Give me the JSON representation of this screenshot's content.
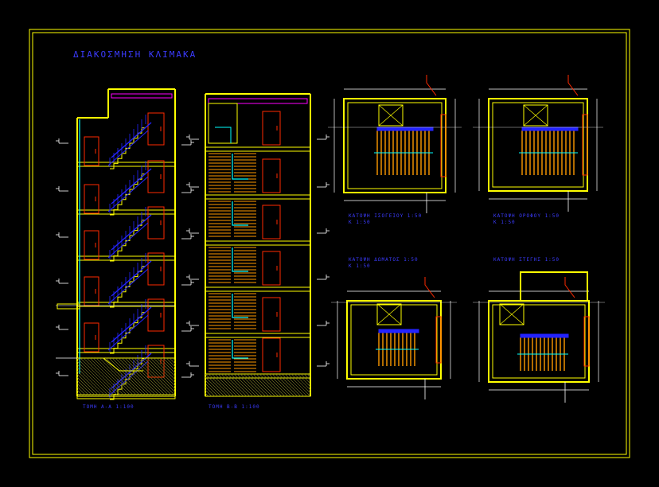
{
  "sheet": {
    "title": "ΔΙΑΚΟΣΜΗΣΗ ΚΛΙΜΑΚΑ",
    "colors": {
      "frame": "#ffff00",
      "wall": "#ffff00",
      "stair": "#2323ff",
      "cyan": "#00ffff",
      "red": "#ff2a00",
      "white": "#ffffff",
      "magenta": "#ff00ff",
      "orange": "#ff9a00",
      "hatch": "#7a7a28",
      "text": "#3b3bff"
    }
  },
  "views": {
    "section_a": {
      "caption": "ΤΟΜΗ Α-Α 1:100"
    },
    "section_b": {
      "caption": "ΤΟΜΗ Β-Β 1:100"
    },
    "plan_ground": {
      "caption": "ΚΑΤΟΨΗ ΙΣΟΓΕΙΟΥ 1:50",
      "scale": "Κ 1:50"
    },
    "plan_typical": {
      "caption": "ΚΑΤΟΨΗ ΟΡΟΦΟΥ 1:50",
      "scale": "Κ 1:50"
    },
    "plan_upper": {
      "caption": "ΚΑΤΟΨΗ ΔΩΜΑΤΟΣ 1:50",
      "scale": "Κ 1:50"
    },
    "plan_roof": {
      "caption": "ΚΑΤΟΨΗ ΣΤΕΓΗΣ 1:50"
    }
  }
}
